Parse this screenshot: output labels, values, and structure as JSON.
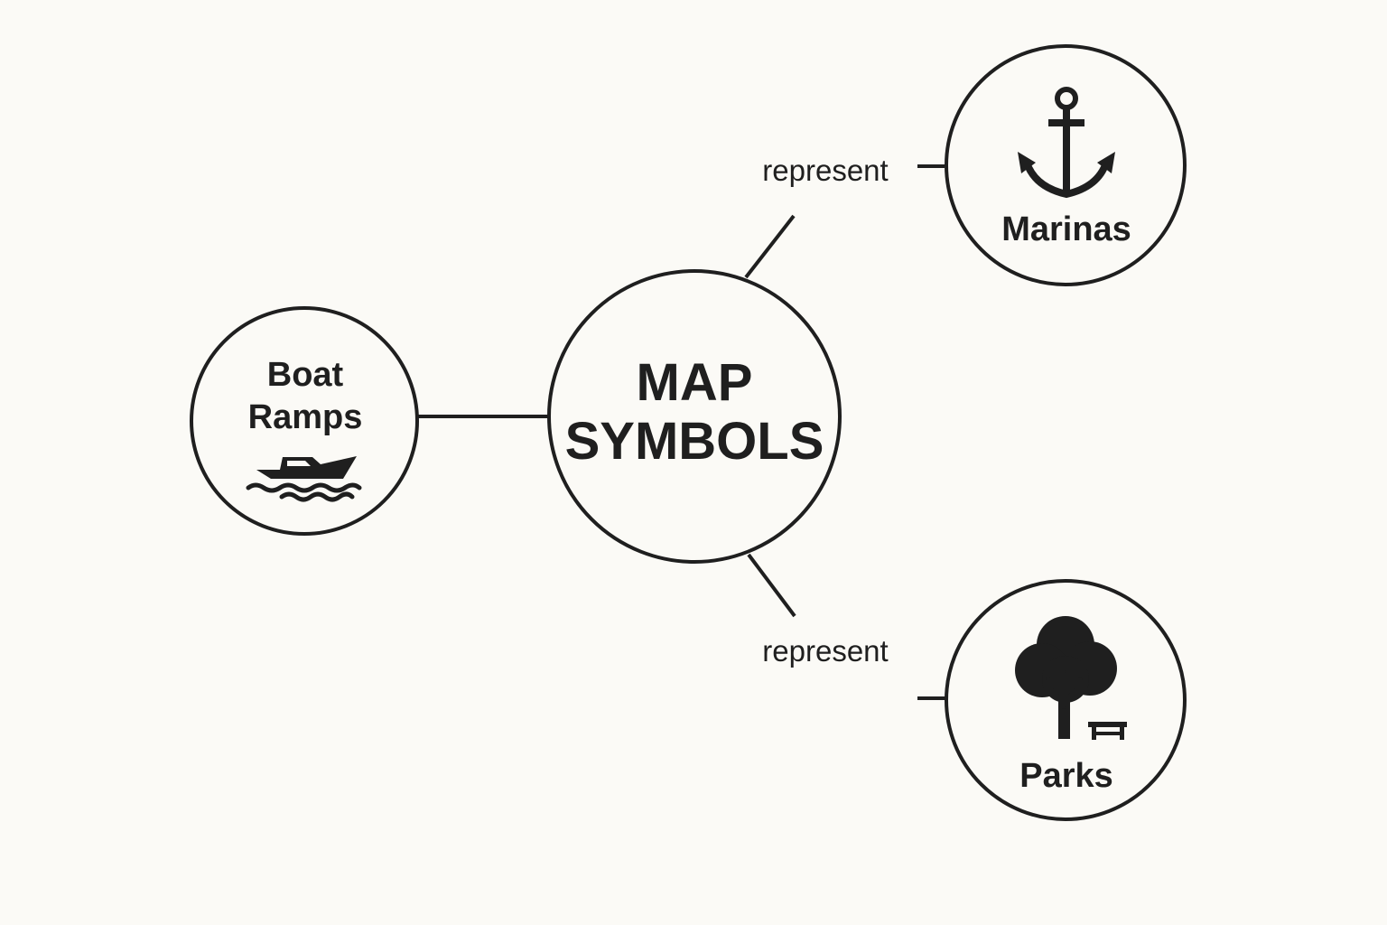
{
  "center": {
    "line1": "MAP",
    "line2": "SYMBOLS"
  },
  "nodes": {
    "boat_ramps": {
      "line1": "Boat",
      "line2": "Ramps",
      "icon": "boat-icon"
    },
    "marinas": {
      "label": "Marinas",
      "icon": "anchor-icon"
    },
    "parks": {
      "label": "Parks",
      "icon": "tree-icon"
    }
  },
  "edges": {
    "marinas_label": "represent",
    "parks_label": "represent"
  },
  "colors": {
    "background": "#fbfaf6",
    "ink": "#1f1f1f"
  }
}
